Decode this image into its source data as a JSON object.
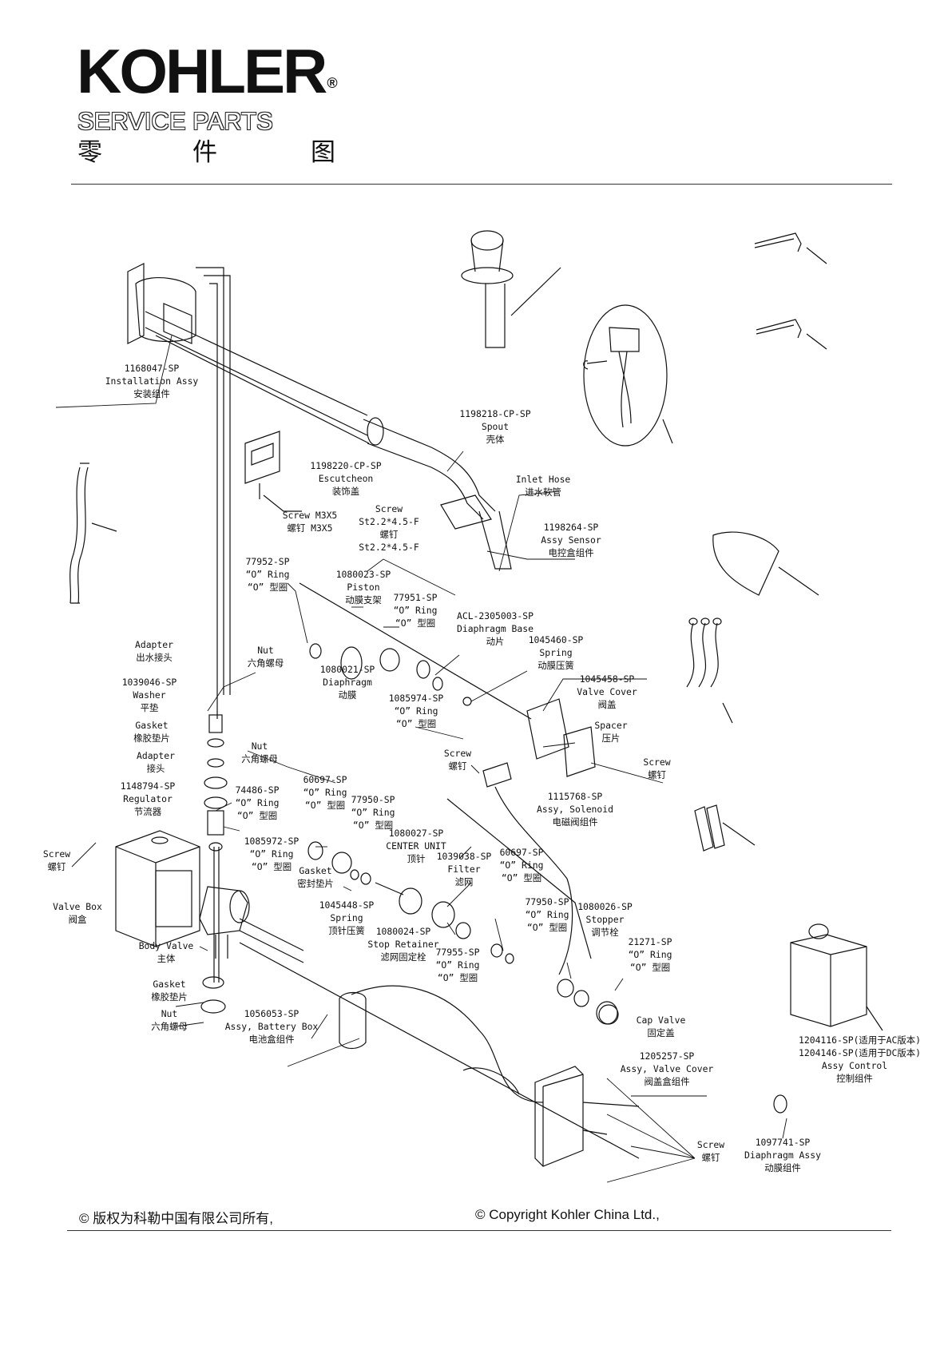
{
  "header": {
    "brand": "KOHLER",
    "registered_mark": "®",
    "subtitle": "SERVICE PARTS",
    "cn_title": [
      "零",
      "件",
      "图"
    ]
  },
  "labels": [
    {
      "lines": [
        "1168047-SP",
        "Installation Assy",
        "安装组件"
      ]
    },
    {
      "lines": [
        "1198218-CP-SP",
        "Spout",
        "壳体"
      ]
    },
    {
      "lines": [
        "Inlet Hose",
        "进水软管"
      ]
    },
    {
      "lines": [
        "1198220-CP-SP",
        "Escutcheon",
        "装饰盖"
      ]
    },
    {
      "lines": [
        "Screw M3X5",
        "螺钉 M3X5"
      ]
    },
    {
      "lines": [
        "Screw",
        "St2.2*4.5-F",
        "螺钉",
        "St2.2*4.5-F"
      ]
    },
    {
      "lines": [
        "1198264-SP",
        "Assy Sensor",
        "电控盒组件"
      ]
    },
    {
      "lines": [
        "77952-SP",
        "“O” Ring",
        "“O” 型圈"
      ]
    },
    {
      "lines": [
        "1080023-SP",
        "Piston",
        "动膜支架"
      ]
    },
    {
      "lines": [
        "77951-SP",
        "“O” Ring",
        "“O” 型圈"
      ]
    },
    {
      "lines": [
        "ACL-2305003-SP",
        "Diaphragm Base",
        "动片"
      ]
    },
    {
      "lines": [
        "1045460-SP",
        "Spring",
        "动膜压簧"
      ]
    },
    {
      "lines": [
        "Adapter",
        "出水接头"
      ]
    },
    {
      "lines": [
        "Nut",
        "六角螺母"
      ]
    },
    {
      "lines": [
        "1080021-SP",
        "Diaphragm",
        "动膜"
      ]
    },
    {
      "lines": [
        "1085974-SP",
        "“O” Ring",
        "“O” 型圈"
      ]
    },
    {
      "lines": [
        "1045458-SP",
        "Valve Cover",
        "阀盖"
      ]
    },
    {
      "lines": [
        "1039046-SP",
        "Washer",
        "平垫"
      ]
    },
    {
      "lines": [
        "Gasket",
        "橡胶垫片"
      ]
    },
    {
      "lines": [
        "Nut",
        "六角螺母"
      ]
    },
    {
      "lines": [
        "Spacer",
        "压片"
      ]
    },
    {
      "lines": [
        "Adapter",
        "接头"
      ]
    },
    {
      "lines": [
        "Screw",
        "螺钉"
      ]
    },
    {
      "lines": [
        "Screw",
        "螺钉"
      ]
    },
    {
      "lines": [
        "1148794-SP",
        "Regulator",
        "节流器"
      ]
    },
    {
      "lines": [
        "74486-SP",
        "“O” Ring",
        "“O” 型圈"
      ]
    },
    {
      "lines": [
        "60697-SP",
        "“O” Ring",
        "“O” 型圈"
      ]
    },
    {
      "lines": [
        "77950-SP",
        "“O” Ring",
        "“O” 型圈"
      ]
    },
    {
      "lines": [
        "1115768-SP",
        "Assy, Solenoid",
        "电磁阀组件"
      ]
    },
    {
      "lines": [
        "1080027-SP",
        "CENTER UNIT",
        "顶针"
      ]
    },
    {
      "lines": [
        "1085972-SP",
        "“O” Ring",
        "“O” 型圈"
      ]
    },
    {
      "lines": [
        "Screw",
        "螺钉"
      ]
    },
    {
      "lines": [
        "1039038-SP",
        "Filter",
        "滤网"
      ]
    },
    {
      "lines": [
        "60697-SP",
        "“O” Ring",
        "“O” 型圈"
      ]
    },
    {
      "lines": [
        "Gasket",
        "密封垫片"
      ]
    },
    {
      "lines": [
        "1045448-SP",
        "Spring",
        "顶针压簧"
      ]
    },
    {
      "lines": [
        "77950-SP",
        "“O” Ring",
        "“O” 型圈"
      ]
    },
    {
      "lines": [
        "1080026-SP",
        "Stopper",
        "调节栓"
      ]
    },
    {
      "lines": [
        "Valve Box",
        "阀盒"
      ]
    },
    {
      "lines": [
        "1080024-SP",
        "Stop Retainer",
        "滤网固定栓"
      ]
    },
    {
      "lines": [
        "Body Valve",
        "主体"
      ]
    },
    {
      "lines": [
        "77955-SP",
        "“O” Ring",
        "“O” 型圈"
      ]
    },
    {
      "lines": [
        "21271-SP",
        "“O” Ring",
        "“O” 型圈"
      ]
    },
    {
      "lines": [
        "Gasket",
        "橡胶垫片"
      ]
    },
    {
      "lines": [
        "Nut",
        "六角螺母"
      ]
    },
    {
      "lines": [
        "Cap Valve",
        "固定盖"
      ]
    },
    {
      "lines": [
        "1056053-SP",
        "Assy, Battery Box",
        "电池盒组件"
      ]
    },
    {
      "lines": [
        "1204116-SP(适用于AC版本)",
        "1204146-SP(适用于DC版本)",
        "Assy Control",
        "控制组件"
      ]
    },
    {
      "lines": [
        "1205257-SP",
        "Assy, Valve Cover",
        "阀盖盒组件"
      ]
    },
    {
      "lines": [
        "Screw",
        "螺钉"
      ]
    },
    {
      "lines": [
        "1097741-SP",
        "Diaphragm Assy",
        "动膜组件"
      ]
    }
  ],
  "footer": {
    "copyright_cn": "© 版权为科勒中国有限公司所有,",
    "copyright_en": "© Copyright Kohler China Ltd.,"
  }
}
